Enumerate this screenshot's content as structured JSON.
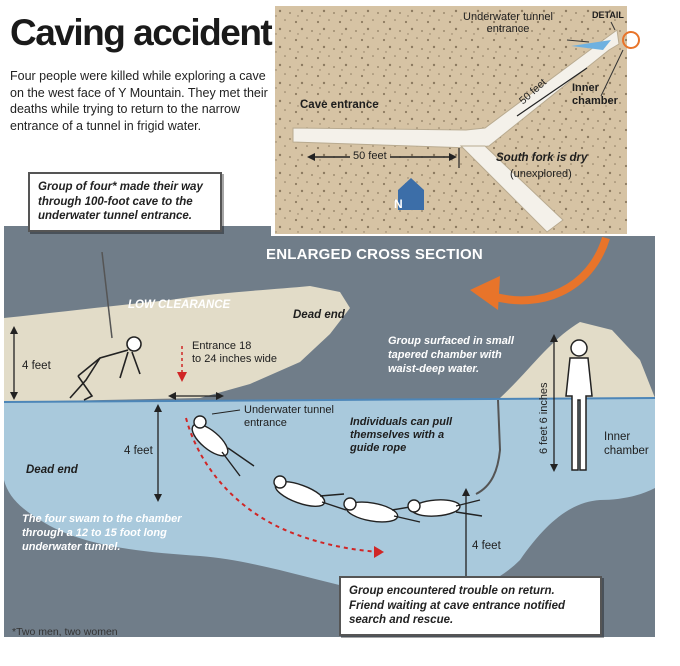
{
  "title": "Caving accident",
  "intro": "Four people were killed while exploring a cave on the west face of Y Mountain. They met their deaths while trying to return to the narrow entrance of a tunnel in frigid water.",
  "map": {
    "underwater_tunnel_entrance": "Underwater tunnel entrance",
    "detail_label": "DETAIL",
    "cave_entrance": "Cave entrance",
    "inner_chamber": "Inner chamber",
    "dim_50_diag": "50 feet",
    "dim_50_horiz": "50 feet",
    "south_fork": "South fork is dry",
    "south_fork_sub": "(unexplored)",
    "north": "N"
  },
  "section": {
    "title": "ENLARGED CROSS SECTION",
    "low_clearance": "LOW CLEARANCE",
    "dead_end_top": "Dead end",
    "dead_end_bottom": "Dead end",
    "height_4ft_left": "4 feet",
    "depth_4ft": "4 feet",
    "depth_4ft_right": "4 feet",
    "height_6ft6": "6 feet 6 inches",
    "entrance_width_1": "Entrance 18",
    "entrance_width_2": "to 24 inches wide",
    "underwater_tunnel": "Underwater tunnel entrance",
    "surfaced": "Group surfaced in small tapered chamber with waist-deep water.",
    "guide_rope": "Individuals can pull themselves with a guide rope",
    "inner_chamber": "Inner chamber",
    "swam": "The four swam to the chamber through a 12 to 15 foot long underwater tunnel."
  },
  "callouts": {
    "group": "Group of four* made their way through 100-foot cave to the underwater tunnel entrance.",
    "trouble": "Group encountered trouble on return. Friend waiting at cave entrance notified search and rescue."
  },
  "footnote": "*Two men, two women",
  "colors": {
    "water_dark": "#6f7d8a",
    "water_light": "#a9c9dc",
    "rock": "#e2dcc8",
    "map_bg": "#d6c3a4",
    "tunnel": "#f4f1ea",
    "arrow_orange": "#e8742a",
    "guide_dots": "#d02626"
  }
}
